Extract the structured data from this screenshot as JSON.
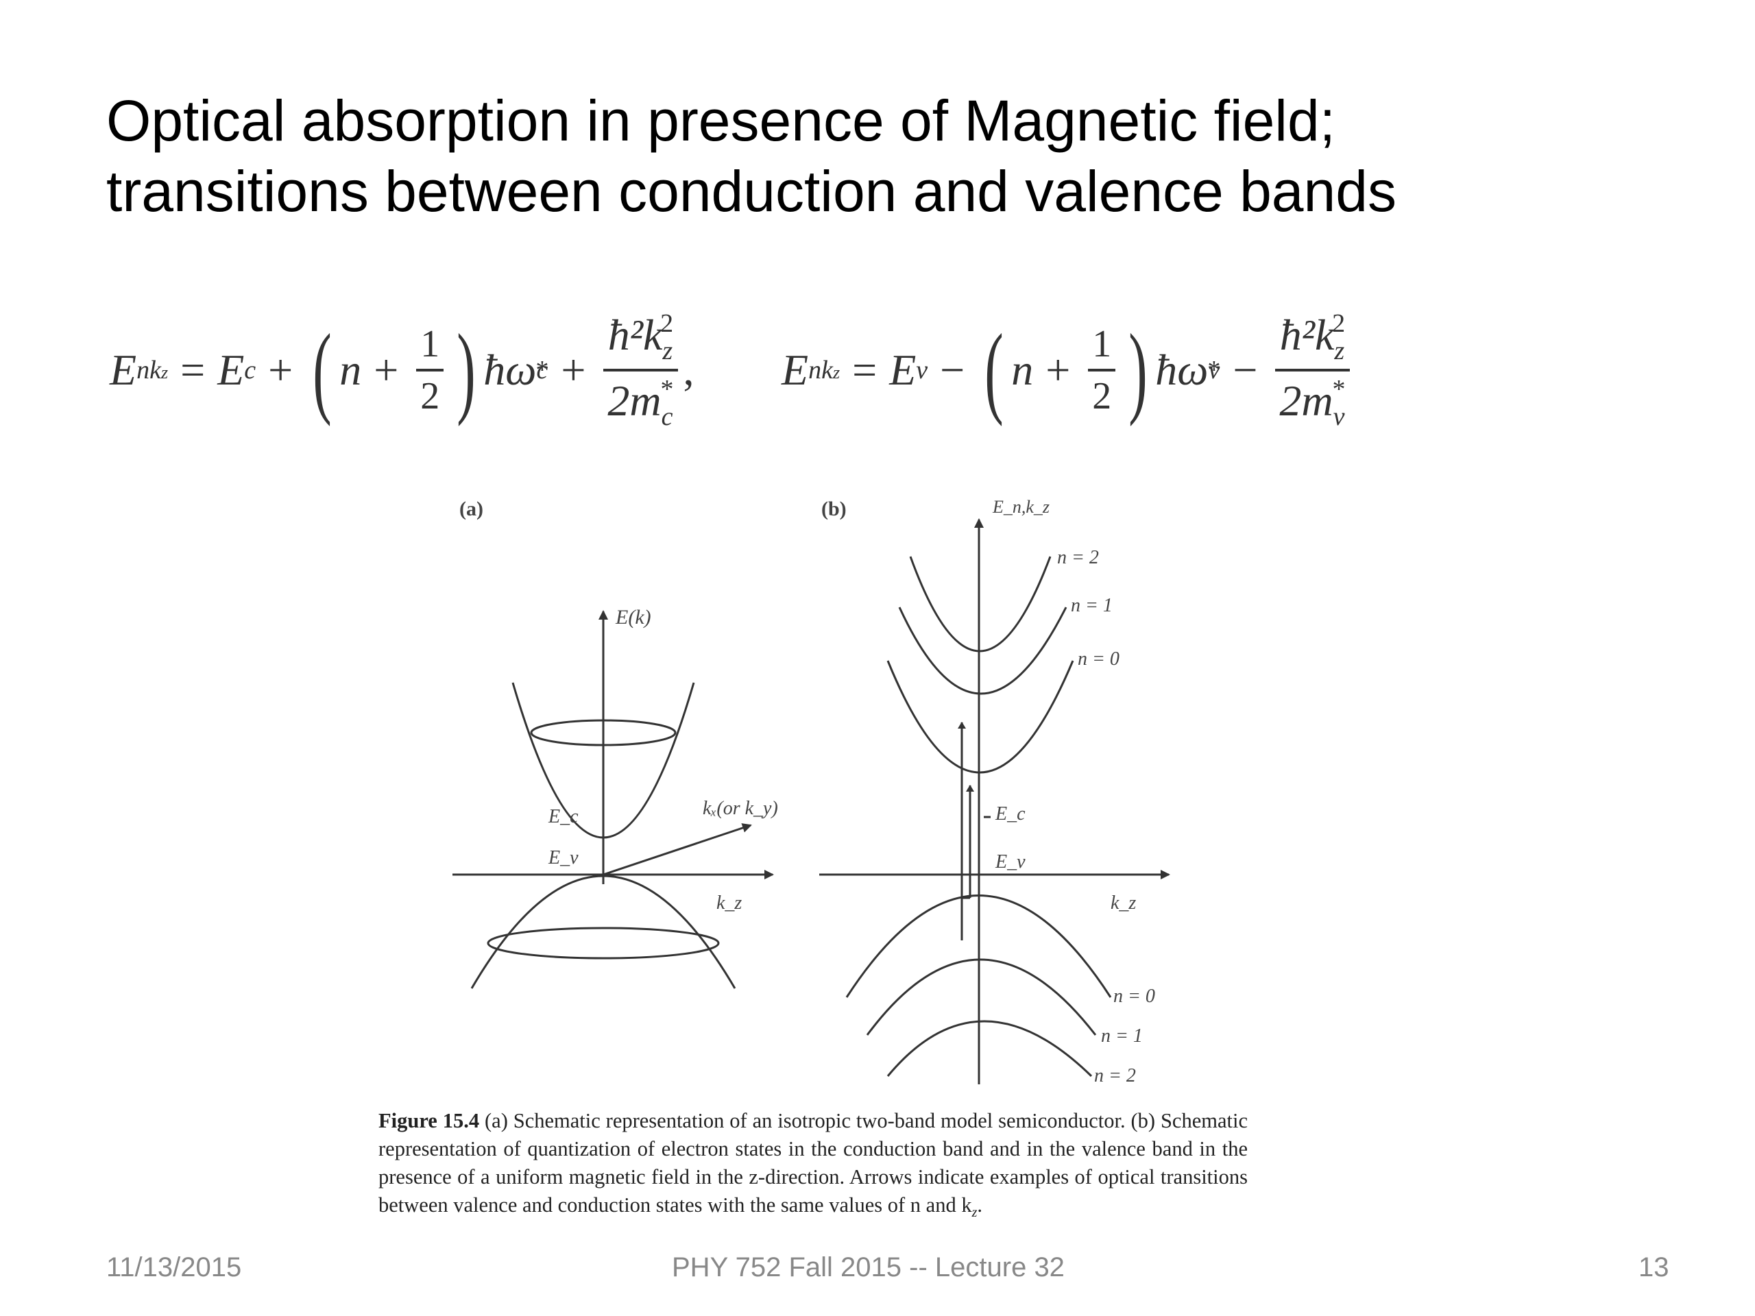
{
  "slide": {
    "title_line1": "Optical absorption in presence of Magnetic field;",
    "title_line2": "transitions between conduction and valence bands"
  },
  "equations": {
    "conduction": {
      "lhs": "E",
      "lhs_sub": "nk",
      "lhs_subsub": "z",
      "rhs_e": "E",
      "rhs_e_sub": "c",
      "op1": "+",
      "n": "n",
      "half_num": "1",
      "half_den": "2",
      "hbar_omega": "ħω",
      "omega_sub": "c",
      "star": "*",
      "op2": "+",
      "num": "ħ²k",
      "num_sub": "z",
      "num_sup": "2",
      "den": "2m",
      "den_sub": "c",
      "trail": ","
    },
    "valence": {
      "lhs": "E",
      "lhs_sub": "nk",
      "lhs_subsub": "z",
      "rhs_e": "E",
      "rhs_e_sub": "v",
      "op1": "−",
      "n": "n",
      "half_num": "1",
      "half_den": "2",
      "hbar_omega": "ħω",
      "omega_sub": "v",
      "star": "*",
      "op2": "−",
      "num": "ħ²k",
      "num_sub": "z",
      "num_sup": "2",
      "den": "2m",
      "den_sub": "v"
    }
  },
  "figure": {
    "panel_a": {
      "label": "(a)",
      "axis_e": "E(k)",
      "axis_kx": "kₓ(or k_y)",
      "axis_kz": "k_z",
      "ec": "E_c",
      "ev": "E_v"
    },
    "panel_b": {
      "label": "(b)",
      "axis_e": "E_n,k_z",
      "axis_kz": "k_z",
      "ec": "E_c",
      "ev": "E_v",
      "cond_levels": [
        "n = 2",
        "n = 1",
        "n = 0"
      ],
      "val_levels": [
        "n = 0",
        "n = 1",
        "n = 2"
      ]
    },
    "caption": {
      "label": "Figure 15.4",
      "text": "(a) Schematic representation of an isotropic two-band model semiconductor. (b) Schematic representation of quantization of electron states in the conduction band and in the valence band in the presence of a uniform magnetic field in the z-direction. Arrows indicate examples of optical transitions between valence and conduction states with the same values of n and k",
      "text_sub": "z",
      "text_end": "."
    }
  },
  "footer": {
    "date": "11/13/2015",
    "course": "PHY 752  Fall 2015 -- Lecture 32",
    "page": "13"
  }
}
